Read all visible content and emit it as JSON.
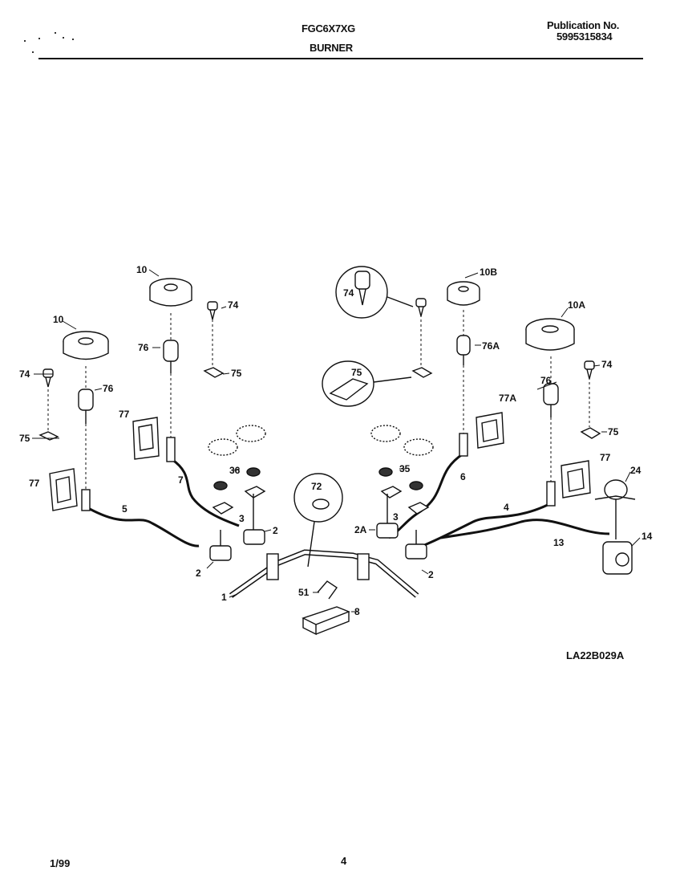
{
  "header": {
    "model": "FGC6X7XG",
    "section": "BURNER",
    "publication_label": "Publication No.",
    "publication_number": "5995315834"
  },
  "drawing_id": "LA22B029A",
  "footer": {
    "date": "1/99",
    "page": "4"
  },
  "callouts": {
    "c10a": "10",
    "c10b": "10",
    "c10B": "10B",
    "c10A": "10A",
    "c74a": "74",
    "c74b": "74",
    "c74c": "74",
    "c74d": "74",
    "c75a": "75",
    "c75b": "75",
    "c75c": "75",
    "c75d": "75",
    "c76a": "76",
    "c76b": "76",
    "c76A": "76A",
    "c76c": "76",
    "c77a": "77",
    "c77b": "77",
    "c77A": "77A",
    "c77c": "77",
    "c36": "36",
    "c35": "35",
    "c3a": "3",
    "c3b": "3",
    "c2a": "2",
    "c2b": "2",
    "c2A": "2A",
    "c2c": "2",
    "c72": "72",
    "c5": "5",
    "c7": "7",
    "c6": "6",
    "c4": "4",
    "c13": "13",
    "c24": "24",
    "c14": "14",
    "c1": "1",
    "c51": "51",
    "c8": "8"
  }
}
